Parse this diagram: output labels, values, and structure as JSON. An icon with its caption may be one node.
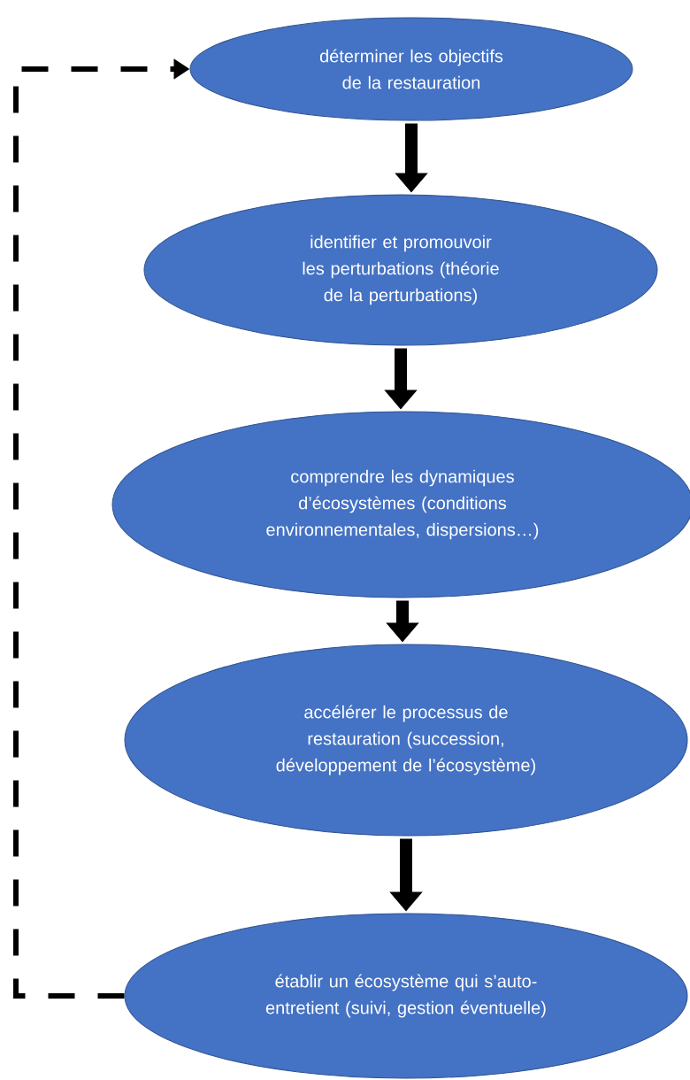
{
  "diagram": {
    "nodes": [
      {
        "text": [
          "déterminer les objectifs de la restauration"
        ]
      },
      {
        "text": [
          "identifier et promouvoir les perturbations (théorie de la perturbations)"
        ]
      },
      {
        "text": [
          "comprendre les dynamiques d’écosystèmes (conditions environnementales, dispersions…)"
        ]
      },
      {
        "text": [
          "accélérer le processus de restauration (succession, développement de l’écosystème)"
        ]
      },
      {
        "text": [
          "établir un écosystème qui s’auto-entretient (suivi, gestion éventuelle)"
        ]
      }
    ],
    "edges": [
      {
        "from": 0,
        "to": 1,
        "arrow": "to"
      },
      {
        "from": 1,
        "to": 2,
        "arrow": "to"
      },
      {
        "from": 2,
        "to": 3,
        "arrow": "to"
      },
      {
        "from": 3,
        "to": 4,
        "arrow": "to"
      },
      {
        "from": 4,
        "to": 0,
        "arrow": "to",
        "style": "dashed"
      }
    ]
  }
}
